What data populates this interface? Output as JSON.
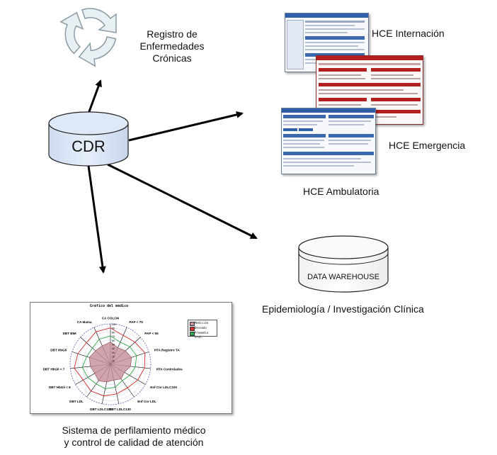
{
  "nodes": {
    "cdr": {
      "label": "CDR"
    },
    "registry": {
      "lines": [
        "Registro de",
        "Enfermedades",
        "Crónicas"
      ]
    },
    "hce_internacion": {
      "label": "HCE Internación"
    },
    "hce_emergencia": {
      "label": "HCE Emergencia"
    },
    "hce_ambulatoria": {
      "label": "HCE Ambulatoria"
    },
    "data_warehouse": {
      "label": "DATA WAREHOUSE",
      "caption": "Epidemiología / Investigación Clínica"
    },
    "profiling": {
      "caption_lines": [
        "Sistema de perfilamiento médico",
        "y control de calidad de atención"
      ]
    }
  },
  "radar_chart": {
    "title": "Gráfico del médico",
    "legend": [
      "Medición",
      "Deseado",
      "Promedio Gral."
    ],
    "legend_colors": [
      "#c78f98",
      "#d62b2b",
      "#2ea84a"
    ],
    "axes": [
      "CA COLON",
      "PAP < 75",
      "PAP < 65",
      "HTA Registro TA",
      "HTA Controlados",
      "Enf Cor LDLC100",
      "Enf Cor LDL",
      "DBT LDLC130",
      "DBT LDLC100",
      "DBT LDL",
      "DBT HbGli < 8",
      "DBT HbGli < 7",
      "DBT HbGli",
      "DBT BMI",
      "CA Mama"
    ],
    "ticks": [
      "100",
      "90",
      "80",
      "70",
      "60",
      "50",
      "40",
      "30",
      "20",
      "10"
    ]
  }
}
